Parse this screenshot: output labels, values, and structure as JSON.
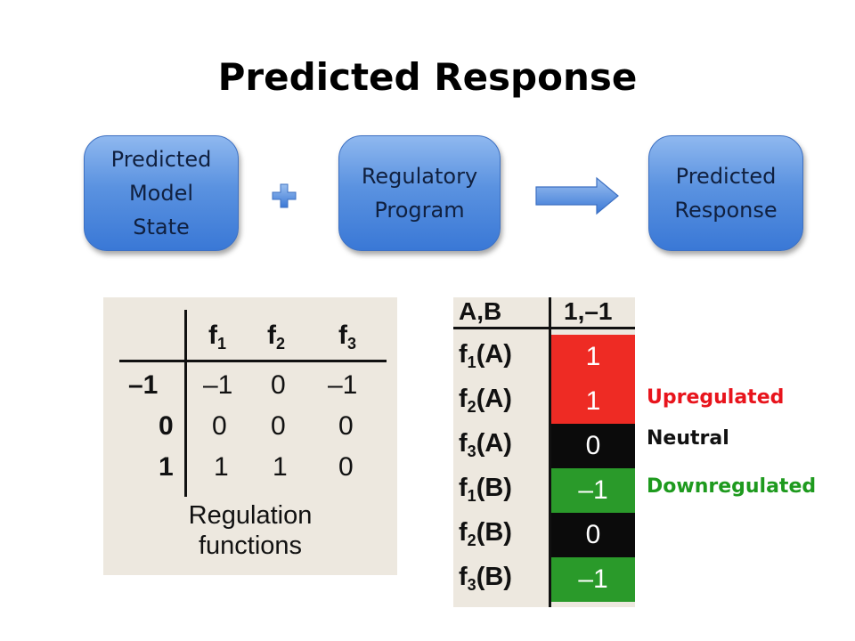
{
  "title": "Predicted Response",
  "flow": {
    "boxes": [
      {
        "label": "Predicted\nModel\nState"
      },
      {
        "label": "Regulatory\nProgram"
      },
      {
        "label": "Predicted\nResponse"
      }
    ],
    "operator_icon": "plus-icon",
    "arrow_icon": "right-arrow-icon",
    "box_color": "#4f8ae0",
    "operator_color": "#5a92e0"
  },
  "regulation_table": {
    "columns": [
      "f",
      "f",
      "f"
    ],
    "column_subscripts": [
      "1",
      "2",
      "3"
    ],
    "row_headers": [
      "–1",
      "0",
      "1"
    ],
    "rows": [
      [
        "–1",
        "0",
        "–1"
      ],
      [
        "0",
        "0",
        "0"
      ],
      [
        "1",
        "1",
        "0"
      ]
    ],
    "caption": "Regulation\nfunctions"
  },
  "response_table": {
    "header_left": "A,B",
    "header_right": "1,–1",
    "rows": [
      {
        "fn": "f",
        "sub": "1",
        "arg": "(A)",
        "value": "1",
        "color": "#ee2b24"
      },
      {
        "fn": "f",
        "sub": "2",
        "arg": "(A)",
        "value": "1",
        "color": "#ee2b24"
      },
      {
        "fn": "f",
        "sub": "3",
        "arg": "(A)",
        "value": "0",
        "color": "#0b0b0b"
      },
      {
        "fn": "f",
        "sub": "1",
        "arg": "(B)",
        "value": "–1",
        "color": "#2a9a2a"
      },
      {
        "fn": "f",
        "sub": "2",
        "arg": "(B)",
        "value": "0",
        "color": "#0b0b0b"
      },
      {
        "fn": "f",
        "sub": "3",
        "arg": "(B)",
        "value": "–1",
        "color": "#2a9a2a"
      }
    ]
  },
  "legend": {
    "up": {
      "label": "Upregulated",
      "color": "#e8141c"
    },
    "neutral": {
      "label": "Neutral",
      "color": "#111111"
    },
    "down": {
      "label": "Downregulated",
      "color": "#1e9a1e"
    }
  }
}
